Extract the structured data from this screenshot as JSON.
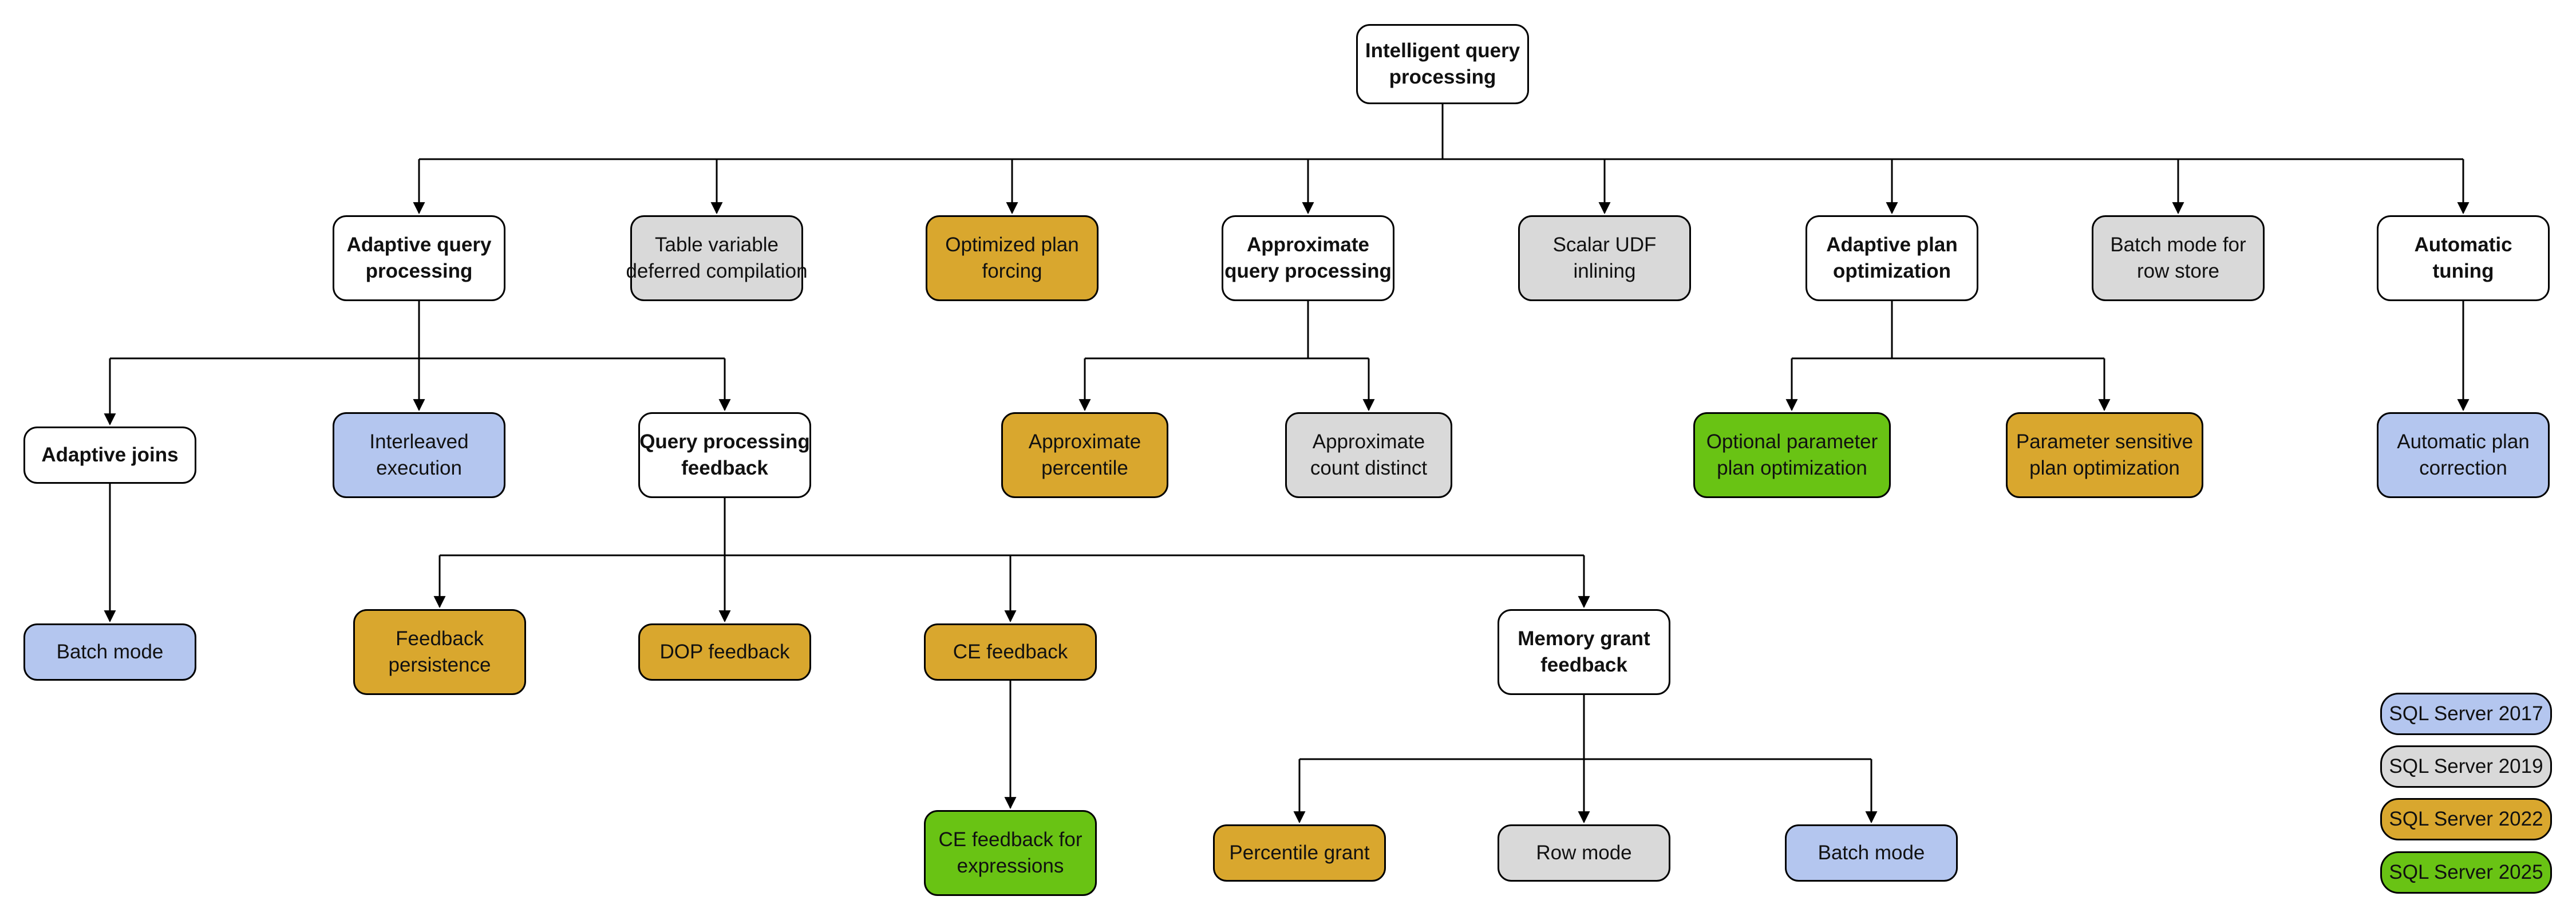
{
  "diagram_title": "Intelligent query processing",
  "palette": {
    "base": "#FFFFFF",
    "sql2017": "#B4C6EF",
    "sql2019": "#D9D9D9",
    "sql2022": "#D9A72E",
    "sql2025": "#69C314"
  },
  "nodes": [
    {
      "id": "intelligent-query-processing",
      "lines": [
        "Intelligent query",
        "processing"
      ],
      "version": "base"
    },
    {
      "id": "adaptive-query-processing",
      "lines": [
        "Adaptive query",
        "processing"
      ],
      "version": "base"
    },
    {
      "id": "table-variable-deferred-compilation",
      "lines": [
        "Table variable",
        "deferred compilation"
      ],
      "version": "sql2019"
    },
    {
      "id": "optimized-plan-forcing",
      "lines": [
        "Optimized plan",
        "forcing"
      ],
      "version": "sql2022"
    },
    {
      "id": "approximate-query-processing",
      "lines": [
        "Approximate",
        "query processing"
      ],
      "version": "base"
    },
    {
      "id": "scalar-udf-inlining",
      "lines": [
        "Scalar UDF",
        "inlining"
      ],
      "version": "sql2019"
    },
    {
      "id": "adaptive-plan-optimization",
      "lines": [
        "Adaptive plan",
        "optimization"
      ],
      "version": "base"
    },
    {
      "id": "batch-mode-for-row-store",
      "lines": [
        "Batch mode for",
        "row store"
      ],
      "version": "sql2019"
    },
    {
      "id": "automatic-tuning",
      "lines": [
        "Automatic",
        "tuning"
      ],
      "version": "base"
    },
    {
      "id": "adaptive-joins",
      "lines": [
        "Adaptive joins"
      ],
      "version": "base"
    },
    {
      "id": "interleaved-execution",
      "lines": [
        "Interleaved",
        "execution"
      ],
      "version": "sql2017"
    },
    {
      "id": "query-processing-feedback",
      "lines": [
        "Query processing",
        "feedback"
      ],
      "version": "base"
    },
    {
      "id": "approximate-percentile",
      "lines": [
        "Approximate",
        "percentile"
      ],
      "version": "sql2022"
    },
    {
      "id": "approximate-count-distinct",
      "lines": [
        "Approximate",
        "count distinct"
      ],
      "version": "sql2019"
    },
    {
      "id": "optional-parameter-plan-optimization",
      "lines": [
        "Optional parameter",
        "plan optimization"
      ],
      "version": "sql2025"
    },
    {
      "id": "parameter-sensitive-plan-optimization",
      "lines": [
        "Parameter sensitive",
        "plan optimization"
      ],
      "version": "sql2022"
    },
    {
      "id": "automatic-plan-correction",
      "lines": [
        "Automatic plan",
        "correction"
      ],
      "version": "sql2017"
    },
    {
      "id": "batch-mode-adaptive-joins",
      "lines": [
        "Batch mode"
      ],
      "version": "sql2017"
    },
    {
      "id": "feedback-persistence",
      "lines": [
        "Feedback",
        "persistence"
      ],
      "version": "sql2022"
    },
    {
      "id": "dop-feedback",
      "lines": [
        "DOP feedback"
      ],
      "version": "sql2022"
    },
    {
      "id": "ce-feedback",
      "lines": [
        "CE feedback"
      ],
      "version": "sql2022"
    },
    {
      "id": "memory-grant-feedback",
      "lines": [
        "Memory grant",
        "feedback"
      ],
      "version": "base"
    },
    {
      "id": "ce-feedback-for-expressions",
      "lines": [
        "CE feedback for",
        "expressions"
      ],
      "version": "sql2025"
    },
    {
      "id": "percentile-grant",
      "lines": [
        "Percentile grant"
      ],
      "version": "sql2022"
    },
    {
      "id": "row-mode",
      "lines": [
        "Row mode"
      ],
      "version": "sql2019"
    },
    {
      "id": "batch-mode-memory-grant",
      "lines": [
        "Batch mode"
      ],
      "version": "sql2017"
    }
  ],
  "legend": {
    "items": [
      {
        "label": "SQL Server 2017",
        "version": "sql2017"
      },
      {
        "label": "SQL Server 2019",
        "version": "sql2019"
      },
      {
        "label": "SQL Server 2022",
        "version": "sql2022"
      },
      {
        "label": "SQL Server 2025",
        "version": "sql2025"
      }
    ]
  }
}
